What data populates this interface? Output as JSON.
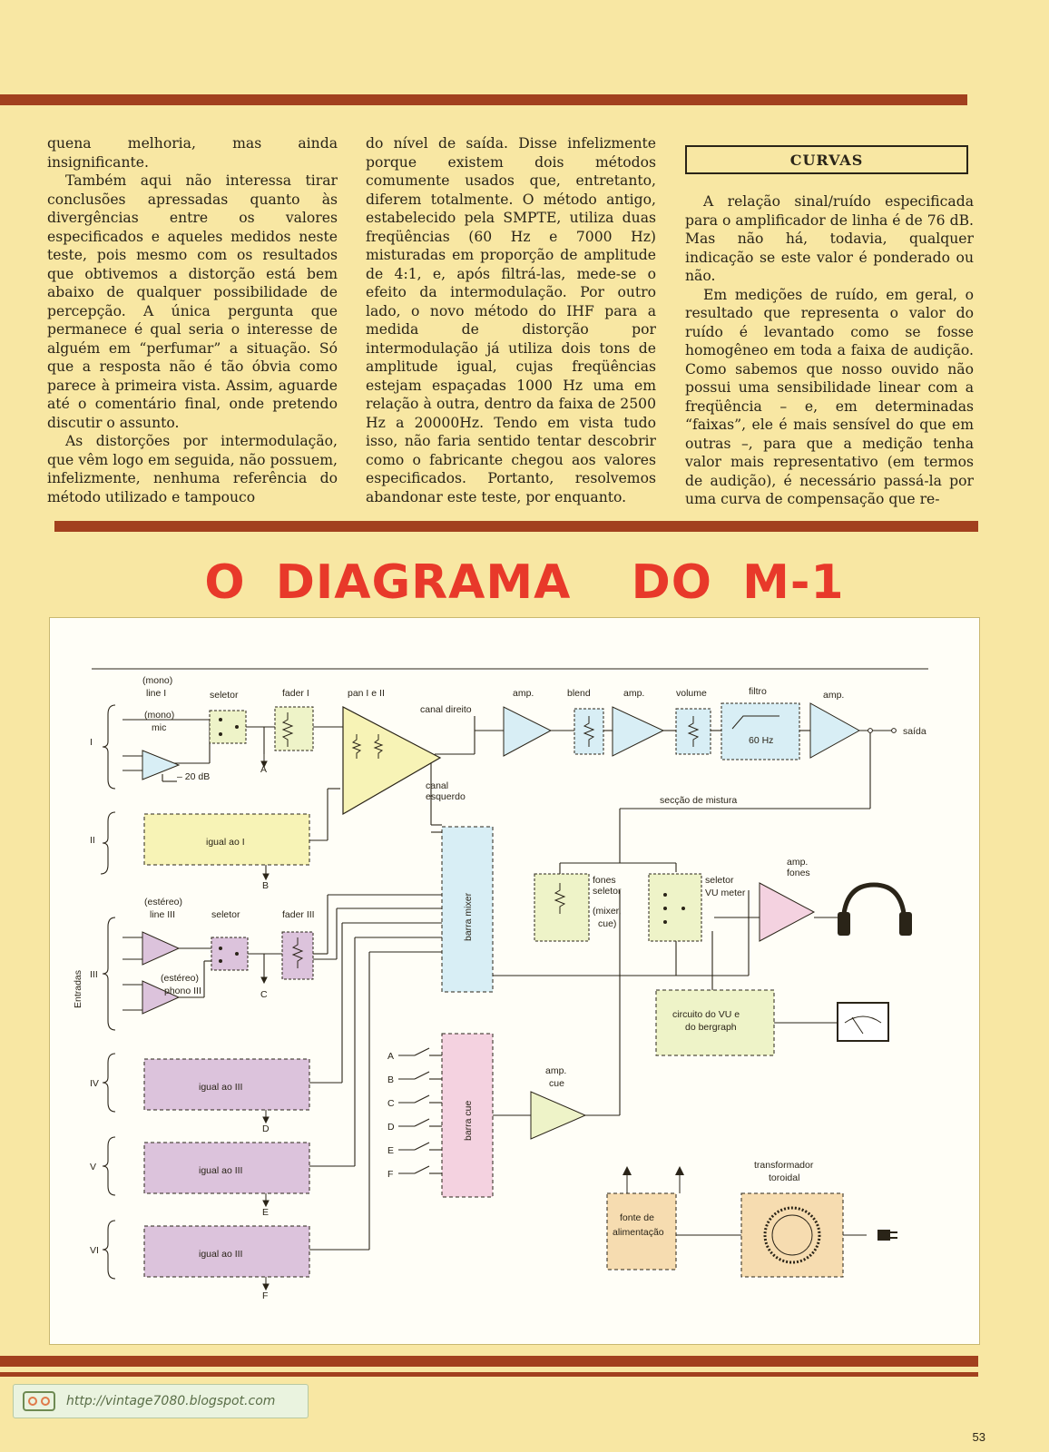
{
  "article": {
    "col1": [
      "quena melhoria, mas ainda insignificante.",
      "Também aqui não interessa tirar conclusões apressadas quanto às divergências entre os valores especificados e aqueles medidos neste teste, pois mesmo com os resultados que obtivemos a distorção está bem abaixo de qualquer possibilidade de percepção. A única pergunta que permanece é qual seria o interesse de alguém em “perfumar” a situação. Só que a resposta não é tão óbvia como parece à primeira vista. Assim, aguarde até o comentário final, onde pretendo discutir o assunto.",
      "As distorções por intermodulação, que vêm logo em seguida, não possuem, infelizmente, nenhuma referência do método utilizado e tampouco"
    ],
    "col2": [
      "do nível de saída. Disse infelizmente porque existem dois métodos comumente usados que, entretanto, diferem totalmente. O método antigo, estabelecido pela SMPTE, utiliza duas freqüências (60 Hz e 7000 Hz) misturadas em proporção de amplitude de 4:1, e, após filtrá-las, mede-se o efeito da intermodulação. Por outro lado, o novo método do IHF para a medida de distorção por intermodulação já utiliza dois tons de amplitude igual, cujas freqüências estejam espaçadas 1000 Hz uma em relação à outra, dentro da faixa de 2500 Hz a 20000Hz. Tendo em vista tudo isso, não faria sentido tentar descobrir como o fabricante chegou aos valores especificados. Portanto, resolvemos abandonar este teste, por enquanto."
    ],
    "col3_heading": "CURVAS",
    "col3": [
      "A relação sinal/ruído especificada para o amplificador de linha é de 76 dB. Mas não há, todavia, qualquer indicação se este valor é ponderado ou não.",
      "Em medições de ruído, em geral, o resultado que representa o valor do ruído é levantado como se fosse homogêneo em toda a faixa de audição. Como sabemos que nosso ouvido não possui uma sensibilidade linear com a freqüência – e, em determinadas “faixas”, ele é mais sensível do que em outras –, para que a medição tenha valor mais representativo (em termos de audição), é necessário passá-la por uma curva de compensação que re-"
    ]
  },
  "section_title": "O DIAGRAMA  DO M-1",
  "diagram": {
    "labels": {
      "mono_line": "(mono)",
      "line_i": "line I",
      "mono_mic": "(mono)",
      "mic": "mic",
      "seletor": "seletor",
      "fader_i": "fader I",
      "pan": "pan I e II",
      "canal_direito": "canal direito",
      "canal_esquerdo_1": "canal",
      "canal_esquerdo_2": "esquerdo",
      "minus20": "– 20 dB",
      "amp1": "amp.",
      "blend": "blend",
      "amp2": "amp.",
      "volume": "volume",
      "filtro": "filtro",
      "filtro_hz": "60 Hz",
      "amp3": "amp.",
      "saida": "saída",
      "seccao": "secção de mistura",
      "ch_i": "I",
      "ch_ii": "II",
      "ch_iii": "III",
      "ch_iv": "IV",
      "ch_v": "V",
      "ch_vi": "VI",
      "igual_i": "igual ao I",
      "igual_iii_iv": "igual ao III",
      "igual_iii_v": "igual ao III",
      "igual_iii_vi": "igual ao III",
      "estereo_line": "(estéreo)",
      "line_iii": "line III",
      "seletor3": "seletor",
      "fader_iii": "fader III",
      "estereo_phono": "(estéreo)",
      "phono_iii": "phono III",
      "entradas": "Entradas",
      "barra_mixer": "barra mixer",
      "barra_cue": "barra cue",
      "fones_seletor_1": "fones",
      "fones_seletor_2": "seletor",
      "fones_seletor_3": "(mixer,",
      "fones_seletor_4": "cue)",
      "seletor_vu_1": "seletor",
      "seletor_vu_2": "VU meter",
      "amp_fones_1": "amp.",
      "amp_fones_2": "fones",
      "vu_circ_1": "circuito do VU e",
      "vu_circ_2": "do bergraph",
      "amp_cue_1": "amp.",
      "amp_cue_2": "cue",
      "fonte_1": "fonte de",
      "fonte_2": "alimentação",
      "trafo_1": "transformador",
      "trafo_2": "toroidal",
      "A": "A",
      "B": "B",
      "C": "C",
      "D": "D",
      "E": "E",
      "F": "F",
      "cueA": "A",
      "cueB": "B",
      "cueC": "C",
      "cueD": "D",
      "cueE": "E",
      "cueF": "F"
    },
    "colors": {
      "yellow": "#f7f3b6",
      "cyan": "#d8eef5",
      "purple": "#dcc3dc",
      "pink": "#f4d2e0",
      "peach": "#f6dcb0",
      "green": "#eef3c8"
    }
  },
  "footer": {
    "blog_url": "http://vintage7080.blogspot.com",
    "page_number": "53"
  }
}
